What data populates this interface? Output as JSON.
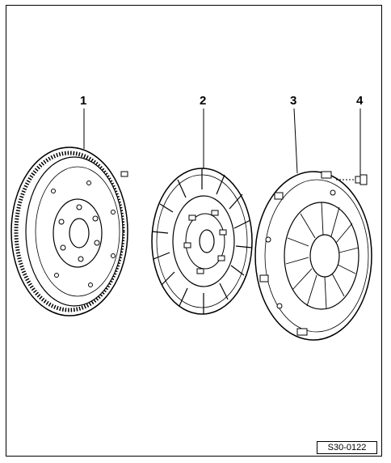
{
  "figure": {
    "callouts": [
      {
        "id": "flywheel",
        "label": "1"
      },
      {
        "id": "clutch-disc",
        "label": "2"
      },
      {
        "id": "pressure-plate",
        "label": "3"
      },
      {
        "id": "bolt",
        "label": "4"
      }
    ],
    "figure_code": "S30-0122",
    "colors": {
      "line": "#000000",
      "paper": "#ffffff"
    }
  }
}
